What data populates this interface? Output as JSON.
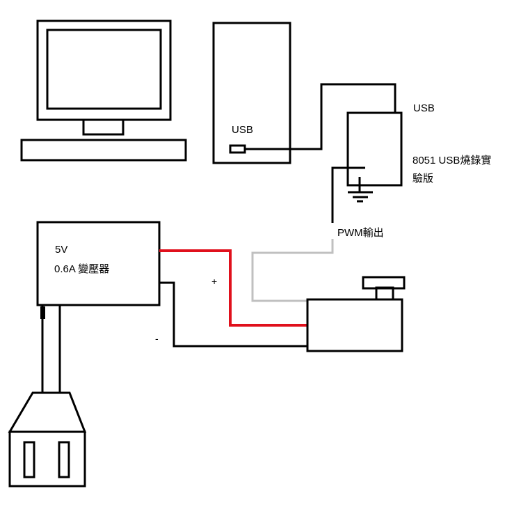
{
  "labels": {
    "pc_usb_port": "USB",
    "board_usb": "USB",
    "board_name_line1": "8051 USB燒錄實",
    "board_name_line2": "驗版",
    "pwm_output": "PWM輸出",
    "adapter_voltage": "5V",
    "adapter_rating": "0.6A 變壓器",
    "positive_sign": "+",
    "negative_sign": "-"
  },
  "colors": {
    "outline": "#000000",
    "positive_wire": "#e0101c",
    "signal_wire": "#c0c0c0",
    "negative_wire": "#000000",
    "positive_sign": "#c00000"
  }
}
